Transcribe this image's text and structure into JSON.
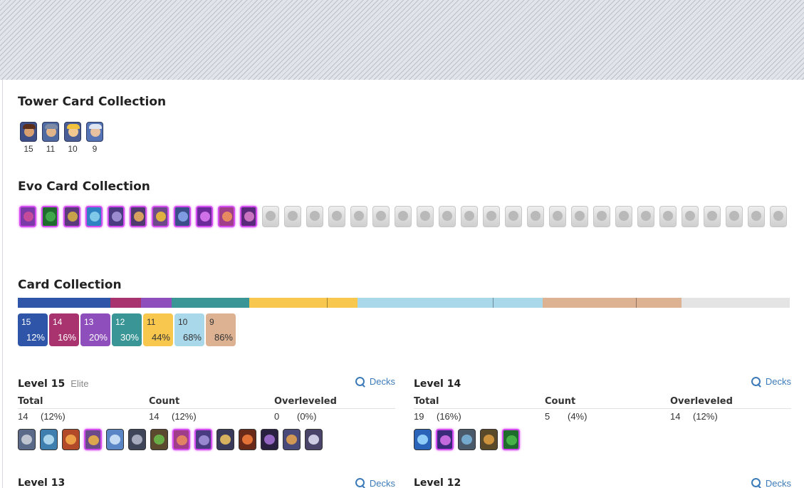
{
  "tower_section": {
    "title": "Tower Card Collection",
    "cards": [
      {
        "icon": "tower-princess-icon",
        "level": "15",
        "skin": "#d8a070",
        "hair": "#5a2e1a",
        "bg": "#3d4f86"
      },
      {
        "icon": "tower-cannoneer-icon",
        "level": "11",
        "skin": "#e2b48a",
        "hair": "#7d8aa5",
        "bg": "#4f6aa0"
      },
      {
        "icon": "tower-dagger-duchess-icon",
        "level": "10",
        "skin": "#f0c890",
        "hair": "#f2c23c",
        "bg": "#4a5e95"
      },
      {
        "icon": "tower-royal-chef-icon",
        "level": "9",
        "skin": "#e6c2a0",
        "hair": "#dfe6f2",
        "bg": "#5574b5"
      }
    ]
  },
  "evo_section": {
    "title": "Evo Card Collection",
    "active": [
      {
        "icon": "evo-archers-icon",
        "color": "#c44a9c",
        "bg": "#7c3aa8"
      },
      {
        "icon": "evo-goblin-cage-icon",
        "color": "#3fa64a",
        "bg": "#1f6d2c"
      },
      {
        "icon": "evo-barbarians-icon",
        "color": "#c8a24a",
        "bg": "#5a3a7a"
      },
      {
        "icon": "evo-ice-spirit-icon",
        "color": "#7fc8ea",
        "bg": "#2f82c2"
      },
      {
        "icon": "evo-tesla-icon",
        "color": "#9a8ad0",
        "bg": "#4a3c80"
      },
      {
        "icon": "evo-knight-icon",
        "color": "#d8a060",
        "bg": "#4e3a6e"
      },
      {
        "icon": "evo-bats-icon",
        "color": "#e0b040",
        "bg": "#6c4a8a"
      },
      {
        "icon": "evo-wizard-icon",
        "color": "#7e9ae0",
        "bg": "#3a4f8a"
      },
      {
        "icon": "evo-mortar-icon",
        "color": "#d070e8",
        "bg": "#6a2a9a"
      },
      {
        "icon": "evo-valkyrie-icon",
        "color": "#e88a60",
        "bg": "#a03e8a"
      },
      {
        "icon": "evo-witch-icon",
        "color": "#c872c0",
        "bg": "#5a2a7a"
      }
    ],
    "inactive": [
      "evo-locked-1-icon",
      "evo-locked-2-icon",
      "evo-locked-3-icon",
      "evo-locked-4-icon",
      "evo-locked-5-icon",
      "evo-locked-6-icon",
      "evo-locked-7-icon",
      "evo-locked-8-icon",
      "evo-locked-9-icon",
      "evo-locked-10-icon",
      "evo-locked-11-icon",
      "evo-locked-12-icon",
      "evo-locked-13-icon",
      "evo-locked-14-icon",
      "evo-locked-15-icon",
      "evo-locked-16-icon",
      "evo-locked-17-icon",
      "evo-locked-18-icon",
      "evo-locked-19-icon",
      "evo-locked-20-icon",
      "evo-locked-21-icon",
      "evo-locked-22-icon",
      "evo-locked-23-icon",
      "evo-locked-24-icon"
    ]
  },
  "collection": {
    "title": "Card Collection",
    "bar": [
      {
        "level": "15",
        "fraction": 0.12,
        "color": "#2e55a8",
        "ticks": []
      },
      {
        "level": "14",
        "fraction": 0.04,
        "color": "#a8336e",
        "ticks": []
      },
      {
        "level": "13",
        "fraction": 0.04,
        "color": "#8e4fbc",
        "ticks": []
      },
      {
        "level": "12",
        "fraction": 0.1,
        "color": "#3a9596",
        "ticks": []
      },
      {
        "level": "11",
        "fraction": 0.14,
        "color": "#f8c84e",
        "ticks": [
          0.72
        ]
      },
      {
        "level": "10",
        "fraction": 0.24,
        "color": "#a9d8ea",
        "ticks": [
          0.73
        ]
      },
      {
        "level": "9",
        "fraction": 0.18,
        "color": "#ddb293",
        "ticks": [
          0.67
        ]
      },
      {
        "level": "rest",
        "fraction": 0.14,
        "color": "#e4e4e4",
        "ticks": []
      }
    ],
    "chips": [
      {
        "level": "15",
        "pct": "12%",
        "bg": "#2e55a8",
        "fg": "#ffffff"
      },
      {
        "level": "14",
        "pct": "16%",
        "bg": "#a8336e",
        "fg": "#ffffff"
      },
      {
        "level": "13",
        "pct": "20%",
        "bg": "#8e4fbc",
        "fg": "#ffffff"
      },
      {
        "level": "12",
        "pct": "30%",
        "bg": "#3a9596",
        "fg": "#ffffff"
      },
      {
        "level": "11",
        "pct": "44%",
        "bg": "#f8c84e",
        "fg": "#333333"
      },
      {
        "level": "10",
        "pct": "68%",
        "bg": "#a9d8ea",
        "fg": "#333333"
      },
      {
        "level": "9",
        "pct": "86%",
        "bg": "#ddb293",
        "fg": "#333333"
      }
    ]
  },
  "levels": [
    {
      "title": "Level 15",
      "subtitle": "Elite",
      "decks_label": "Decks",
      "headers": [
        "Total",
        "Count",
        "Overleveled"
      ],
      "total_n": "14",
      "total_pct": "(12%)",
      "count_n": "14",
      "count_pct": "(12%)",
      "over_n": "0",
      "over_pct": "(0%)",
      "cards": [
        {
          "icon": "card-skeletons-icon",
          "color": "#c9ced8",
          "bg": "#5a6a88",
          "evo": false
        },
        {
          "icon": "card-ice-golem-icon",
          "color": "#b6def2",
          "bg": "#3e7fb0",
          "evo": false
        },
        {
          "icon": "card-fireball-icon",
          "color": "#f2a84a",
          "bg": "#b24a2a",
          "evo": false
        },
        {
          "icon": "card-evo-bats-icon",
          "color": "#e8b048",
          "bg": "#6a4a88",
          "evo": true
        },
        {
          "icon": "card-arrows-icon",
          "color": "#d0e4f8",
          "bg": "#5a86c6",
          "evo": false
        },
        {
          "icon": "card-giant-skeleton-icon",
          "color": "#b0b6c6",
          "bg": "#40465a",
          "evo": false
        },
        {
          "icon": "card-goblin-hut-icon",
          "color": "#6ab84a",
          "bg": "#5c4a2e",
          "evo": false
        },
        {
          "icon": "card-evo-valkyrie-icon",
          "color": "#e88a60",
          "bg": "#a03e8a",
          "evo": true
        },
        {
          "icon": "card-evo-tesla-icon",
          "color": "#a090d8",
          "bg": "#4a3c80",
          "evo": true
        },
        {
          "icon": "card-golden-knight-icon",
          "color": "#e8c060",
          "bg": "#3a3a5a",
          "evo": false
        },
        {
          "icon": "card-inferno-tower-icon",
          "color": "#f07a3a",
          "bg": "#6a2a1a",
          "evo": false
        },
        {
          "icon": "card-night-witch-icon",
          "color": "#a070d0",
          "bg": "#2a2040",
          "evo": false
        },
        {
          "icon": "card-mighty-miner-icon",
          "color": "#e0a050",
          "bg": "#4a4a7a",
          "evo": false
        },
        {
          "icon": "card-skull-icon",
          "color": "#dcdcf0",
          "bg": "#4a4468",
          "evo": false
        }
      ]
    },
    {
      "title": "Level 14",
      "subtitle": "",
      "decks_label": "Decks",
      "headers": [
        "Total",
        "Count",
        "Overleveled"
      ],
      "total_n": "19",
      "total_pct": "(16%)",
      "count_n": "5",
      "count_pct": "(4%)",
      "over_n": "14",
      "over_pct": "(12%)",
      "cards": [
        {
          "icon": "card-electro-spirit-icon",
          "color": "#9ad8ff",
          "bg": "#2a64b8",
          "evo": false
        },
        {
          "icon": "card-evo-mortar-icon",
          "color": "#d070e8",
          "bg": "#3a2a7a",
          "evo": true
        },
        {
          "icon": "card-builder-icon",
          "color": "#7ab0d8",
          "bg": "#4a5a6a",
          "evo": false
        },
        {
          "icon": "card-goblin-drill-icon",
          "color": "#d89a40",
          "bg": "#5a4a2a",
          "evo": false
        },
        {
          "icon": "card-evo-goblin-cage-icon",
          "color": "#4ab84a",
          "bg": "#1f6d2c",
          "evo": true
        }
      ]
    }
  ],
  "next_levels": [
    {
      "title": "Level 13",
      "decks_label": "Decks"
    },
    {
      "title": "Level 12",
      "decks_label": "Decks"
    }
  ]
}
